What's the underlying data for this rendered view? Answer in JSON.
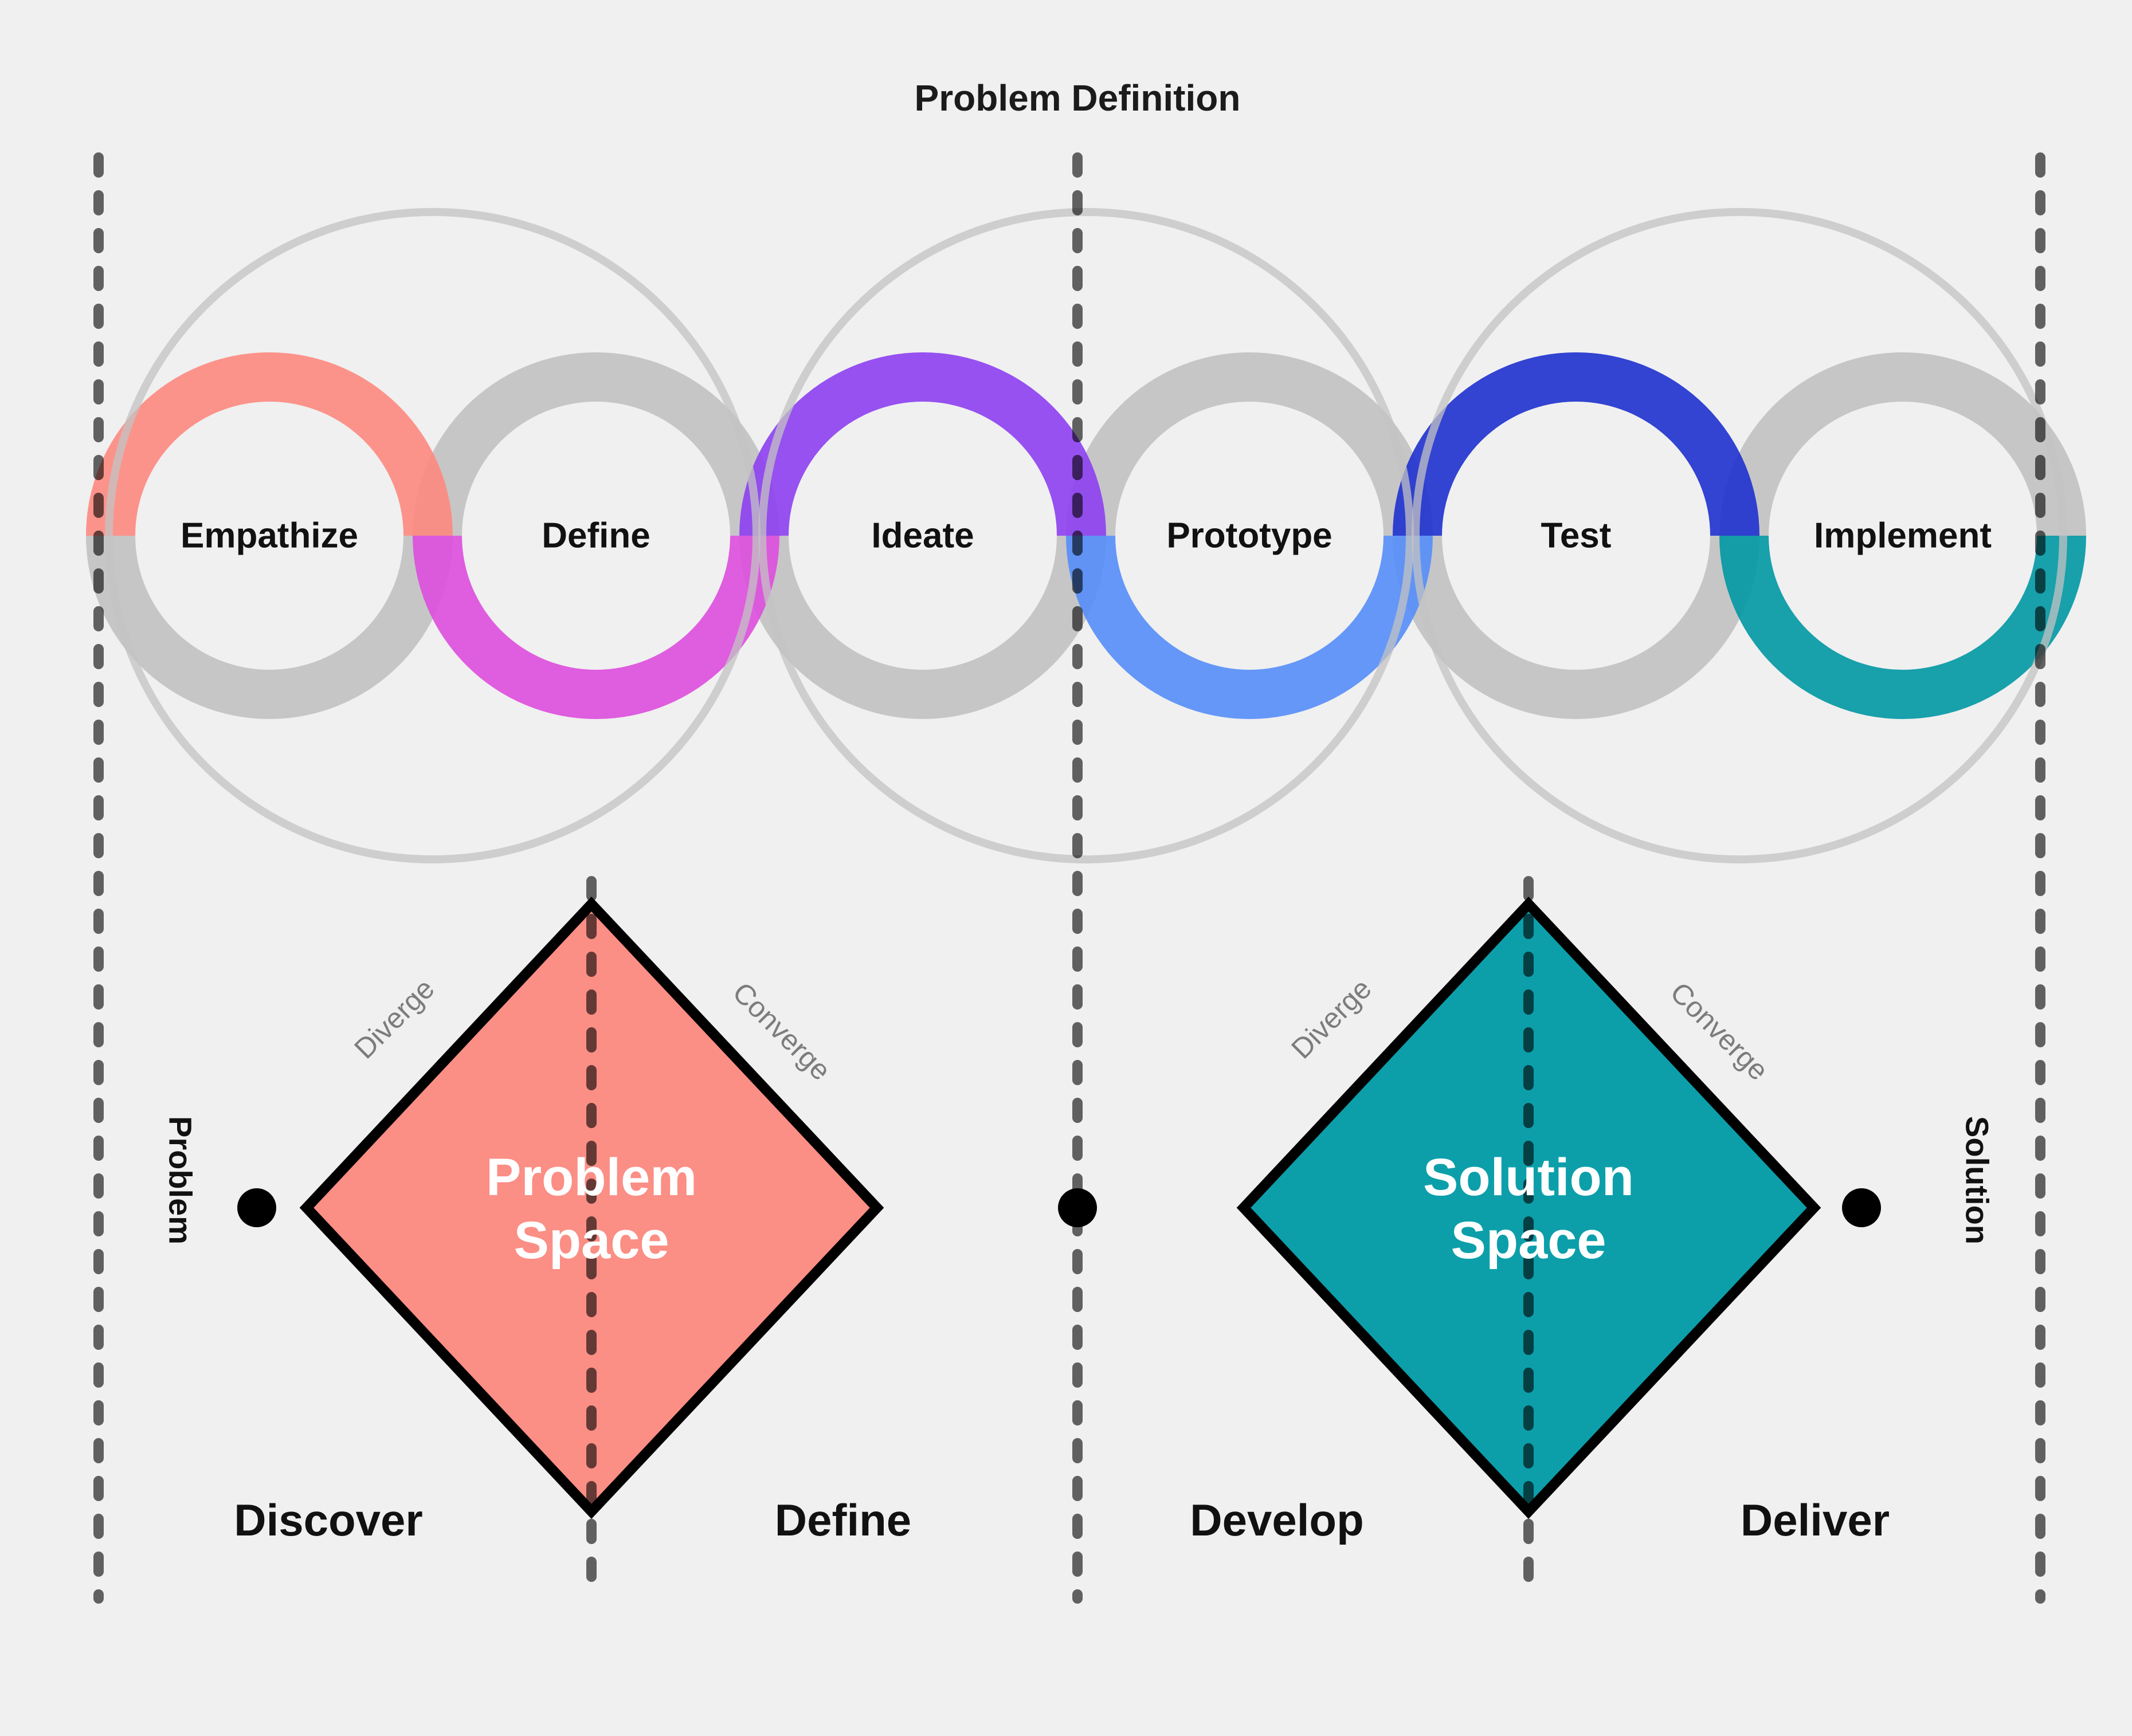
{
  "title": "Problem Definition",
  "background": "#F0F0F0",
  "rings": {
    "base_ring_color": "rgb(188,188,188)",
    "outline_circle_color": "#C3C3C3",
    "steps": [
      {
        "label": "Empathize",
        "color": "rgb(253,136,127)",
        "arc": "top"
      },
      {
        "label": "Define",
        "color": "rgb(221,76,221)",
        "arc": "bottom"
      },
      {
        "label": "Ideate",
        "color": "rgb(140,63,240)",
        "arc": "top"
      },
      {
        "label": "Prototype",
        "color": "rgb(84,141,248)",
        "arc": "bottom"
      },
      {
        "label": "Test",
        "color": "rgb(30,48,206)",
        "arc": "top"
      },
      {
        "label": "Implement",
        "color": "rgb(0,151,163)",
        "arc": "bottom"
      }
    ]
  },
  "diamonds": [
    {
      "line1": "Problem",
      "line2": "Space",
      "fill": "#FB8E85",
      "diverge": "Diverge",
      "converge": "Converge"
    },
    {
      "line1": "Solution",
      "line2": "Space",
      "fill": "#0C9FAA",
      "diverge": "Diverge",
      "converge": "Converge"
    }
  ],
  "phases": {
    "discover": "Discover",
    "define": "Define",
    "develop": "Develop",
    "deliver": "Deliver"
  },
  "endpoints": {
    "start": "Problem",
    "end": "Solution"
  }
}
